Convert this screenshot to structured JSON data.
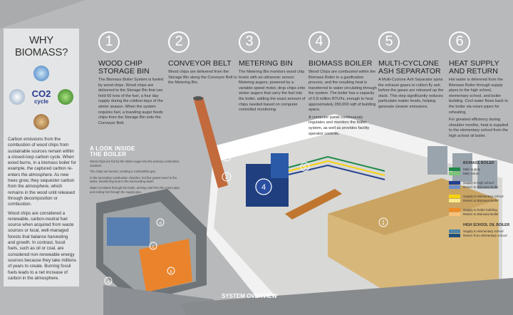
{
  "left": {
    "title": "WHY BIOMASS?",
    "cycle_co2": "CO2",
    "cycle_word": "cycle",
    "para1": "Carbon emissions from the combustion of wood chips from sustainable sources remain within a closed-loop carbon cycle. When wood burns, in a biomass boiler for example, the captured carbon re-enters the atmosphere. As new trees grow, they sequester carbon from the atmosphere, which remains in the wood until released through decomposition or combustion.",
    "para2": "Wood chips are considered a renewable, carbon-neutral fuel source when acquired from waste sources or local, well-managed forests that balance harvesting and growth. In contrast, fossil fuels, such as oil or coal, are considered non-renewable energy sources because they take millions of years to create. Burning fossil fuels leads to a net increase of carbon in the atmosphere."
  },
  "steps": [
    {
      "num": "1",
      "title": "WOOD CHIP STORAGE BIN",
      "body": "The Biomass Boiler System is fueled by wood chips. Wood chips are delivered to the Storage Bin that can hold 60 tons of the fuel, a four day supply during the coldest days of the winter season. When the system requires fuel, a traveling auger feeds chips from the Storage Bin onto the Conveyor Belt."
    },
    {
      "num": "2",
      "title": "CONVEYOR BELT",
      "body": "Wood chips are delivered from the Storage Bin along the Conveyor Belt to the Metering Bin."
    },
    {
      "num": "3",
      "title": "METERING BIN",
      "body": "The Metering Bin monitors wood chip levels with an ultrasonic sensor. Metering augers, powered by a variable speed motor, drop chips onto stoker augers that carry the fuel into the boiler, adding the exact amount of chips needed based on computer controlled monitoring."
    },
    {
      "num": "4",
      "title": "BIOMASS BOILER",
      "body": "Wood Chips are combusted within the Biomass Boiler in a gasification process, and the resulting heat is transferred to water circulating through the system. The boiler has a capacity of 6.8 million BTU/hr, enough to heat approximately 280,000 sqft of building space.",
      "body2": "A computer panel continuously regulates and monitors the boiler system, as well as provides facility operator controls."
    },
    {
      "num": "5",
      "title": "MULTI-CYCLONE ASH SEPARATOR",
      "body": "A Multi-Cyclone Ash Separator spins the exhaust gases to collect fly ash before the gases are released up the stack. This step significantly reduces particulate matter levels, helping generate cleaner emissions."
    },
    {
      "num": "6",
      "title": "HEAT SUPPLY AND RETURN",
      "body": "Hot water is delivered from the Biomass Boiler through supply pipes to the high school, elementary school, and boiler building. Cool water flows back to the boiler via return pipes for reheating.",
      "body2": "For greatest efficiency during shoulder months, heat is supplied to the elementary school from the high school oil boiler."
    }
  ],
  "look": {
    "title1": "A LOOK INSIDE",
    "title2": "THE BOILER",
    "items": [
      "Wood chips are fed by the stoker auger into the primary combustion chamber.",
      "The chips are burned, creating a combustible gas.",
      "In the secondary combustion chamber, hot flue gases travel to fire tubes, transferring heat to the surrounding water.",
      "Water circulates through the boiler, arriving cold from the return pipe and exiting hot through the supply pipe."
    ]
  },
  "legend": {
    "biomass_title": "BIOMASS BOILER",
    "biomass": [
      {
        "label": "Main supply",
        "color": "#1e8a4a"
      },
      {
        "label": "Main return",
        "color": "#7cc576"
      },
      {
        "label": "Supply to high school",
        "color": "#24408e"
      },
      {
        "label": "Return to Biomass Boiler",
        "color": "#6b8fd0"
      },
      {
        "label": "Supply to elementary school",
        "color": "#f5d20f"
      },
      {
        "label": "Return to Biomass Boiler",
        "color": "#f8e98a"
      },
      {
        "label": "Supply to boiler building",
        "color": "#f08a24"
      },
      {
        "label": "Return to Biomass Boiler",
        "color": "#f8c27a"
      }
    ],
    "oil_title": "HIGH SCHOOL OIL BOILER",
    "oil": [
      {
        "label": "Supply to elementary school",
        "color": "#4d86a8"
      },
      {
        "label": "Return from elementary school",
        "color": "#1f4f7a"
      }
    ]
  },
  "overview_label": "SYSTEM OVERVIEW",
  "callouts": [
    "1",
    "2",
    "3",
    "4",
    "5",
    "a",
    "b",
    "c",
    "d"
  ]
}
